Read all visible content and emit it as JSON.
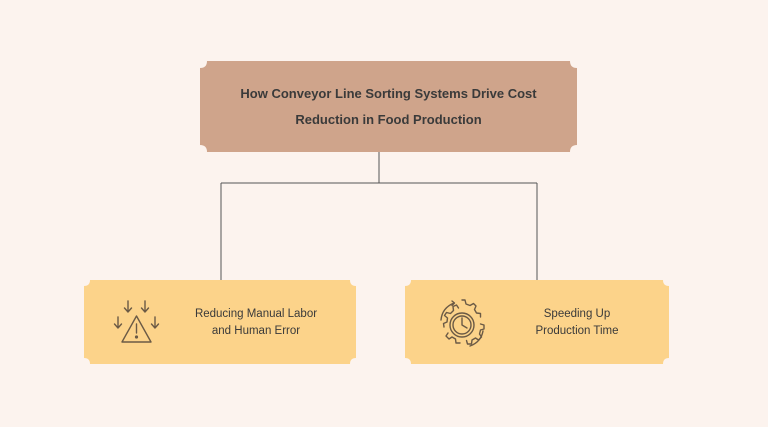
{
  "diagram": {
    "title_line1": "How Conveyor Line Sorting Systems Drive Cost",
    "title_line2": "Reduction in Food Production",
    "children": [
      {
        "line1": "Reducing Manual Labor",
        "line2": "and Human Error",
        "icon": "warning-arrows-icon"
      },
      {
        "line1": "Speeding Up",
        "line2": "Production Time",
        "icon": "gears-clock-icon"
      }
    ]
  },
  "colors": {
    "background": "#fcf3ee",
    "title_fill": "#cfa48b",
    "leaf_fill": "#fcd38a",
    "connector": "#555555",
    "text": "#3a3a3a"
  }
}
